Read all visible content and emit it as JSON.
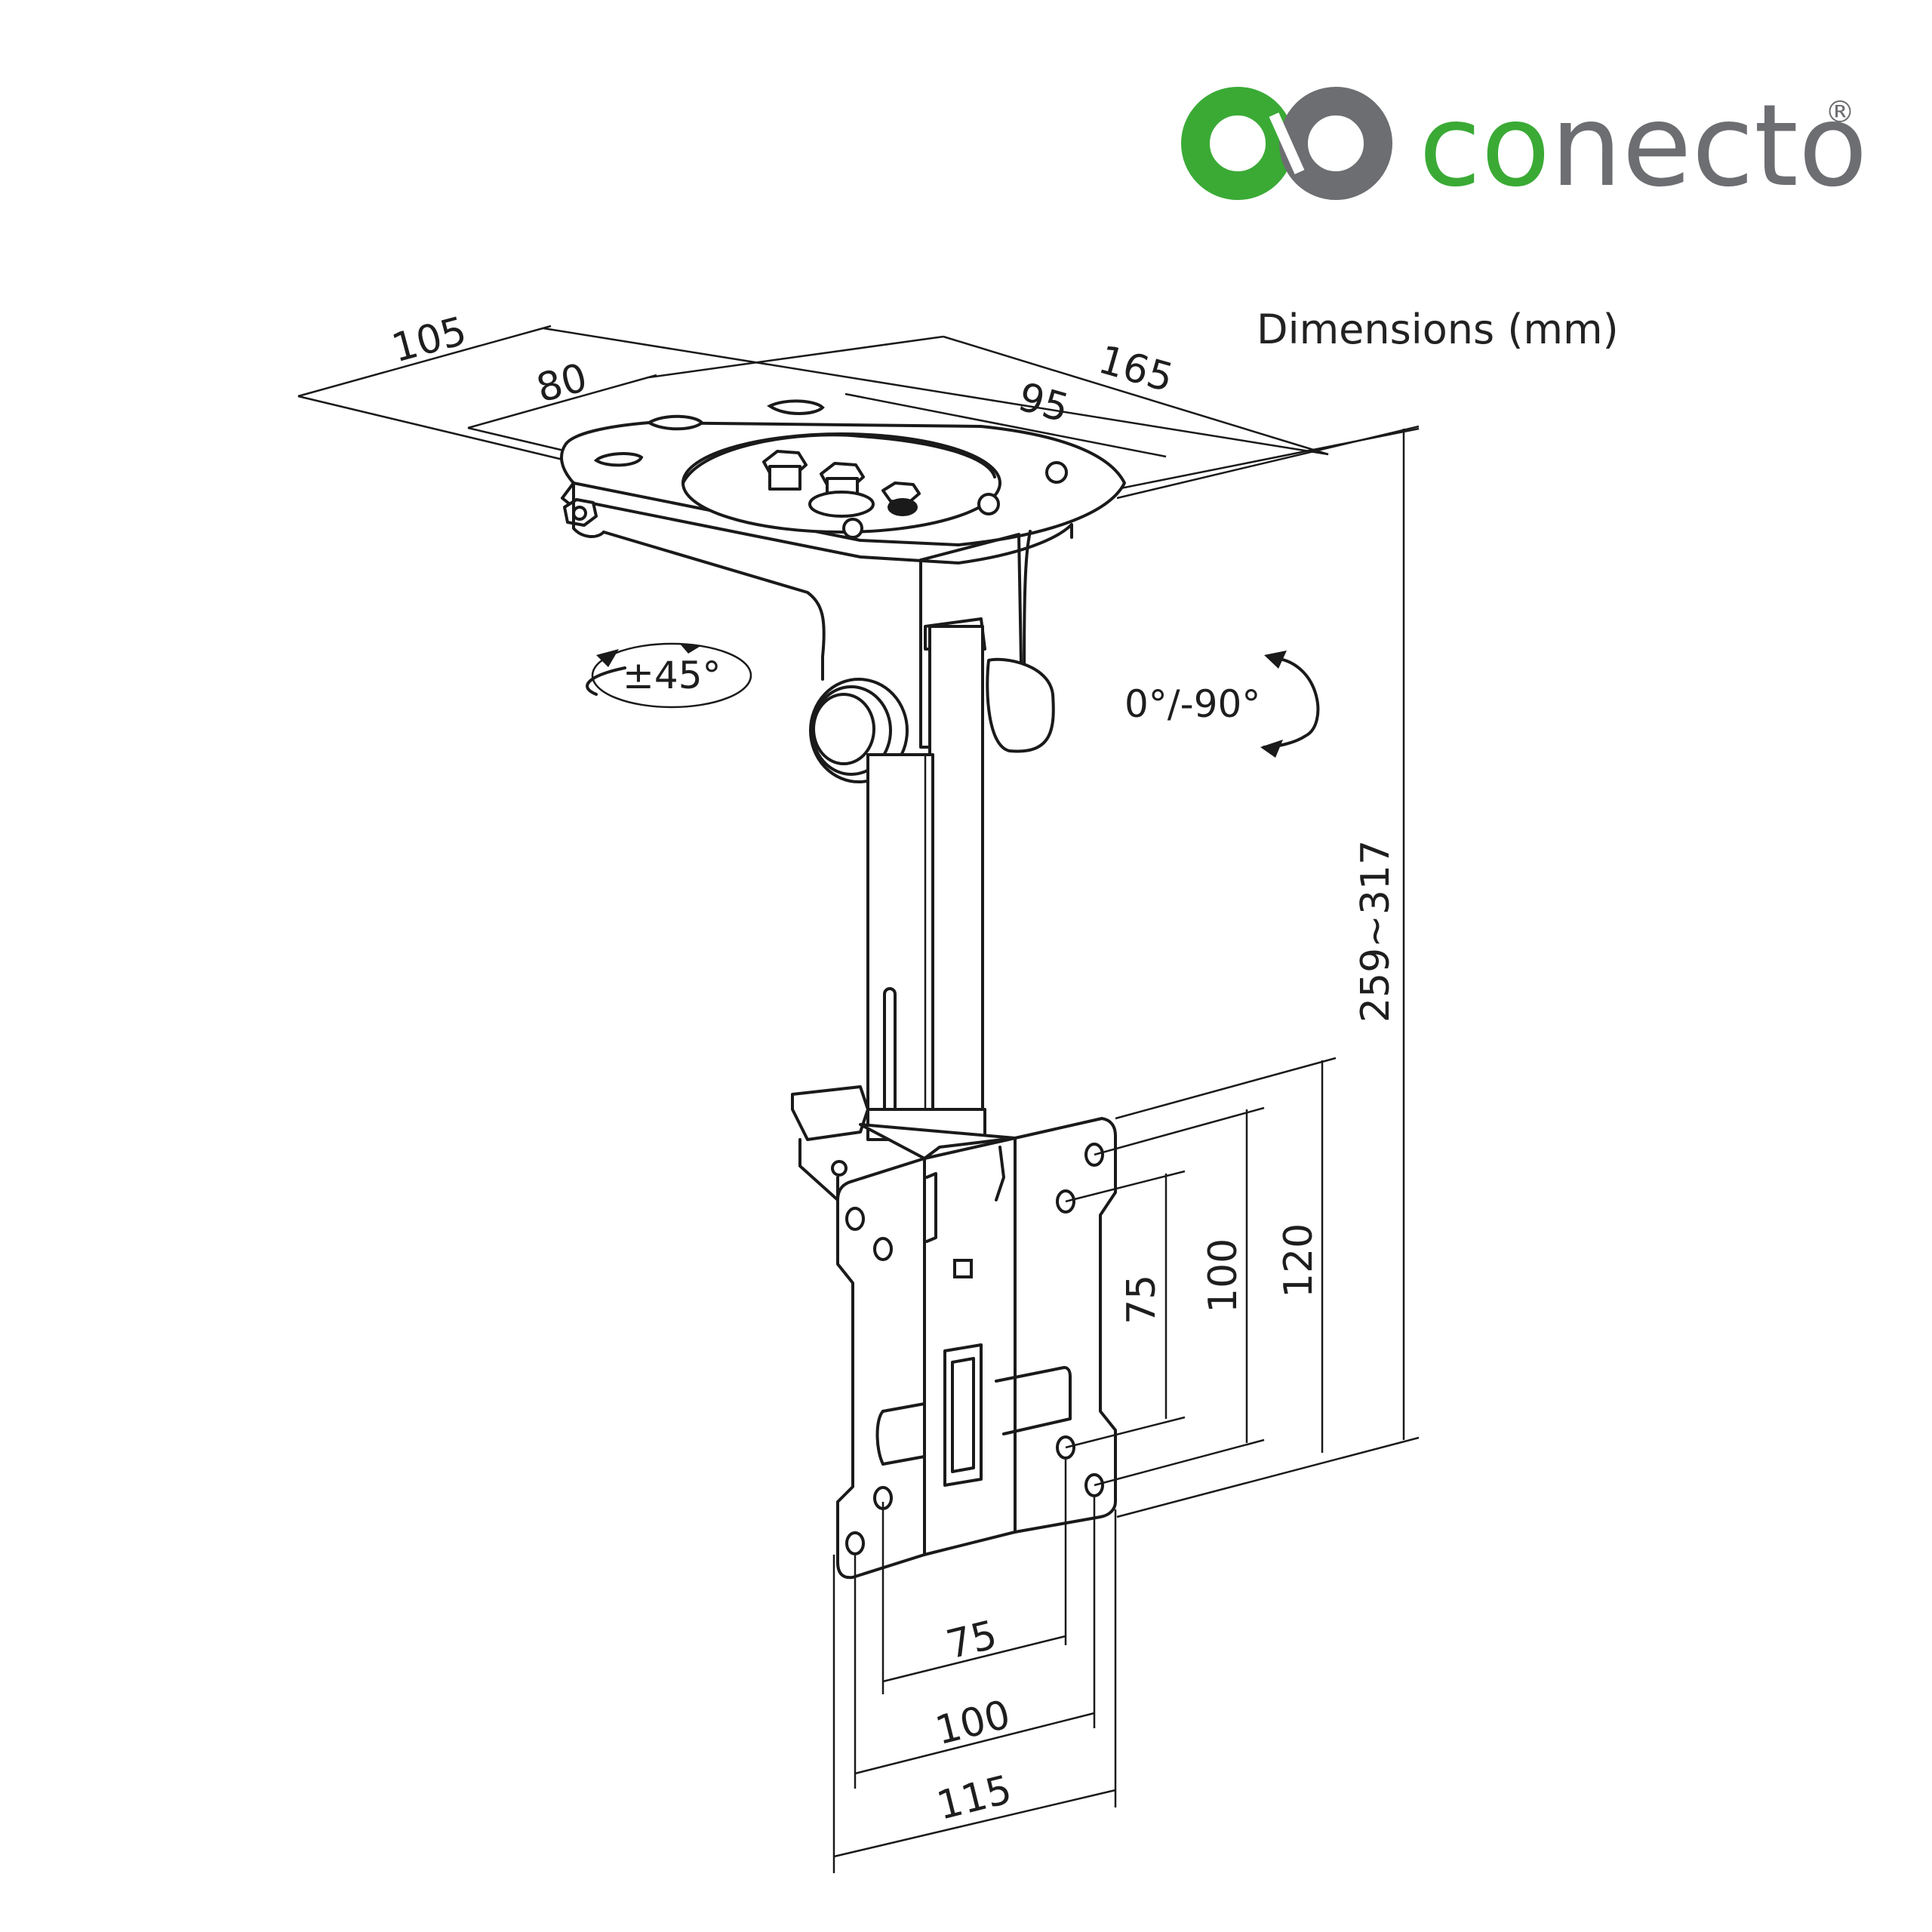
{
  "brand": {
    "part1": "co",
    "part2": "necto",
    "registered": "®",
    "green": "#3aaa35",
    "gray": "#6d6e71"
  },
  "caption": "Dimensions (mm)",
  "dimensions": {
    "top_105": "105",
    "top_80": "80",
    "top_165": "165",
    "top_95": "95",
    "height_range": "259~317",
    "vesa_v_75": "75",
    "vesa_v_100": "100",
    "plate_v_120": "120",
    "vesa_h_75": "75",
    "vesa_h_100": "100",
    "plate_h_115": "115"
  },
  "rotation": {
    "swivel": "±45°",
    "tilt": "0°/-90°"
  },
  "icons": {
    "logo": "infinity-loop-logo-icon",
    "swivel_arrow": "curved-double-arrow-icon",
    "tilt_arrow": "curved-double-arrow-icon"
  }
}
